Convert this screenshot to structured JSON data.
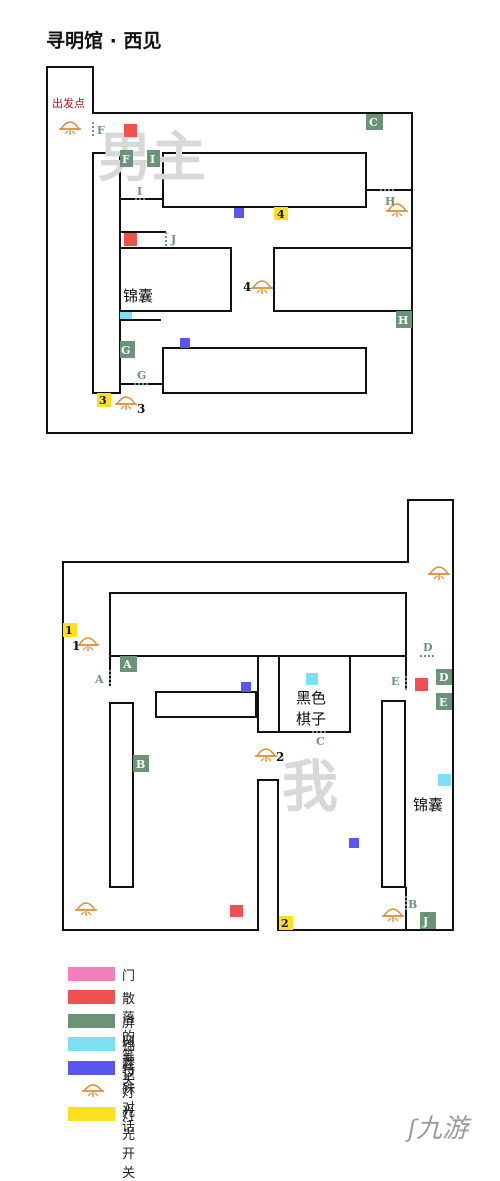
{
  "title": "寻明馆 · 西见",
  "top_map": {
    "start_label": "出发点",
    "watermark": "男主",
    "item_label": "锦囊",
    "markers": {
      "F1": "F",
      "F2": "F",
      "C": "C",
      "I1": "I",
      "I2": "I",
      "J": "J",
      "H1": "H",
      "H2": "H",
      "G1": "G",
      "G2": "G",
      "lamp3": "3",
      "switch3": "3",
      "lamp4": "4",
      "switch4": "4"
    }
  },
  "bottom_map": {
    "watermark": "我",
    "item_label_1": "黑色",
    "item_label_2": "棋子",
    "item_label_3": "锦囊",
    "markers": {
      "A1": "A",
      "A2": "A",
      "B1": "B",
      "B2": "B",
      "C": "C",
      "D1": "D",
      "D2": "D",
      "E1": "E",
      "E2": "E",
      "J": "J",
      "lamp1": "1",
      "switch1": "1",
      "lamp2": "2",
      "switch2": "2"
    }
  },
  "legend": {
    "door": "门",
    "note": "散落的笔记",
    "screen": "屏风开关",
    "pouch": "锦囊",
    "dialog": "特殊对话",
    "lamp": "灯光",
    "lamp_switch": "灯光开关"
  },
  "colors": {
    "door": "#f57fbd",
    "note": "#f05050",
    "screen": "#6a9478",
    "pouch": "#7de0f2",
    "dialog": "#5a55f0",
    "lamp": "#e08a30",
    "lamp_switch": "#fde020"
  },
  "site_watermark": "九游"
}
